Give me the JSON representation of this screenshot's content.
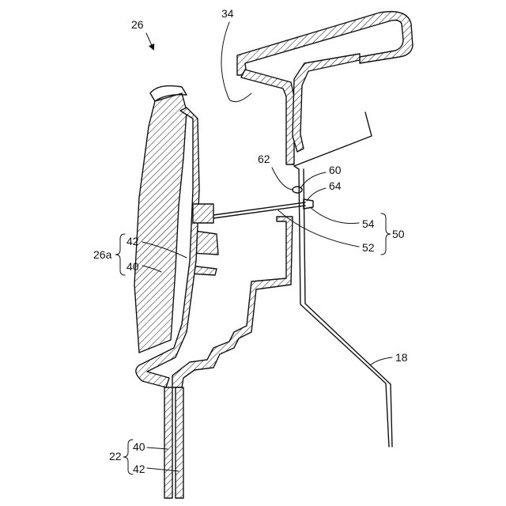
{
  "diagram": {
    "labels": {
      "ref_26": "26",
      "ref_34": "34",
      "ref_62": "62",
      "ref_60": "60",
      "ref_64": "64",
      "ref_54": "54",
      "ref_50": "50",
      "ref_52": "52",
      "ref_26a": "26a",
      "ref_26a_42": "42",
      "ref_26a_40": "40",
      "ref_18": "18",
      "ref_22": "22",
      "ref_22_40": "40",
      "ref_22_42": "42"
    }
  }
}
